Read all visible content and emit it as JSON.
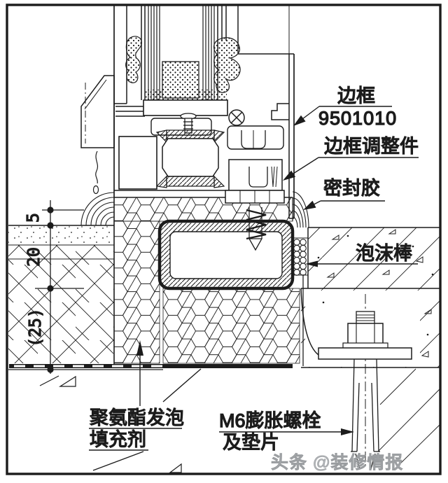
{
  "drawing": {
    "type": "window-frame-installation-section-detail",
    "colors": {
      "line": "#1c1c1c",
      "background": "#ffffff",
      "watermark": "#b4b7ba"
    },
    "callouts": {
      "frame": {
        "line1": "边框",
        "line2": "9501010"
      },
      "frame_adjuster": {
        "line1": "边框调整件"
      },
      "sealant": {
        "line1": "密封胶"
      },
      "foam_rod": {
        "line1": "泡沫棒"
      },
      "pu_foam": {
        "line1": "聚氨酯发泡",
        "line2": "填充剂"
      },
      "expansion_bolt": {
        "line1": "M6膨胀螺栓",
        "line2": "及垫片"
      }
    },
    "dimensions": {
      "joint_gap": "5",
      "sill_layer": "20",
      "wall_layer": "(25)"
    },
    "watermark": "头条 @装修情报"
  }
}
